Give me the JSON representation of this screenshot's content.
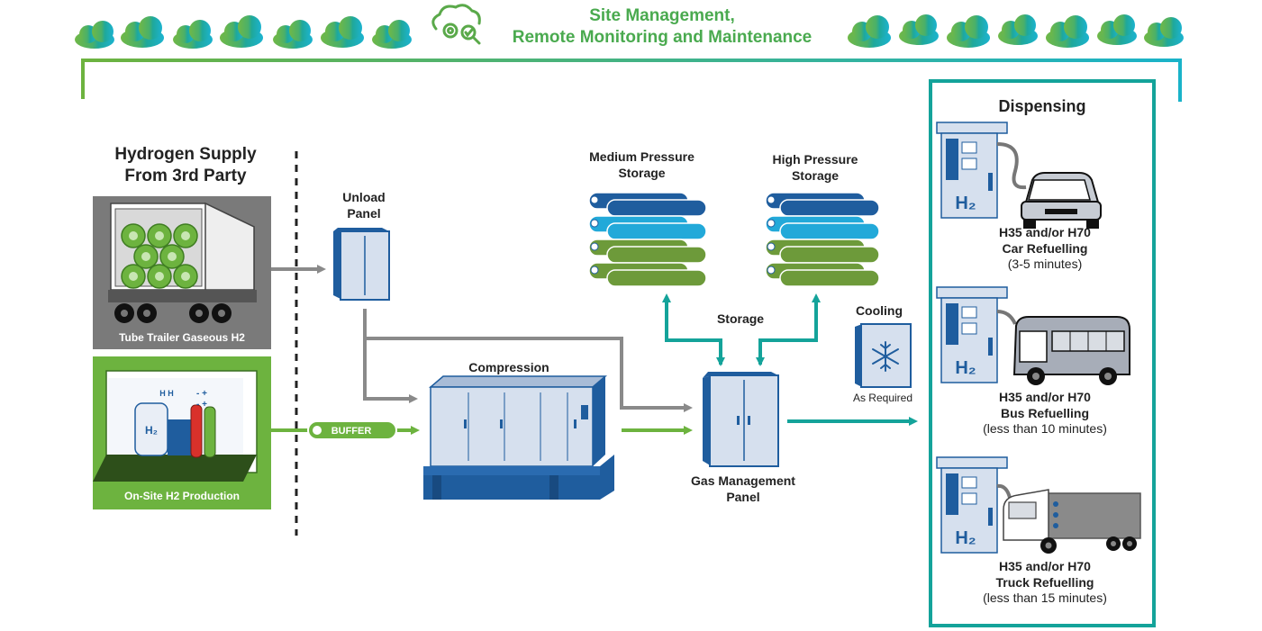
{
  "header": {
    "title_line1": "Site Management,",
    "title_line2": "Remote Monitoring and Maintenance"
  },
  "supply": {
    "heading_line1": "Hydrogen Supply",
    "heading_line2": "From 3rd Party",
    "trailer_label": "Tube Trailer Gaseous H2",
    "onsite_label": "On-Site H2 Production",
    "onsite_tank_h2": "H₂",
    "onsite_hh": "H H",
    "buffer_label": "BUFFER"
  },
  "unload_panel": {
    "line1": "Unload",
    "line2": "Panel"
  },
  "compression": {
    "label": "Compression"
  },
  "storage": {
    "medium_line1": "Medium Pressure",
    "medium_line2": "Storage",
    "high_line1": "High Pressure",
    "high_line2": "Storage",
    "label": "Storage"
  },
  "gas_panel": {
    "line1": "Gas Management",
    "line2": "Panel"
  },
  "cooling": {
    "label": "Cooling",
    "note": "As Required"
  },
  "dispensing": {
    "title": "Dispensing",
    "h2_sign": "H₂",
    "car": {
      "line1": "H35 and/or H70",
      "line2": "Car Refuelling",
      "time": "(3-5 minutes)"
    },
    "bus": {
      "line1": "H35 and/or H70",
      "line2": "Bus Refuelling",
      "time": "(less than 10 minutes)"
    },
    "truck": {
      "line1": "H35 and/or H70",
      "line2": "Truck Refuelling",
      "time": "(less than 15 minutes)"
    }
  },
  "colors": {
    "green": "#6db33f",
    "dark_green": "#5a9a30",
    "teal": "#14a39a",
    "navy": "#1f5d9e",
    "light_blue": "#22a9d9",
    "gray": "#8a8a8a",
    "panel_fill": "#d6e0ee"
  }
}
